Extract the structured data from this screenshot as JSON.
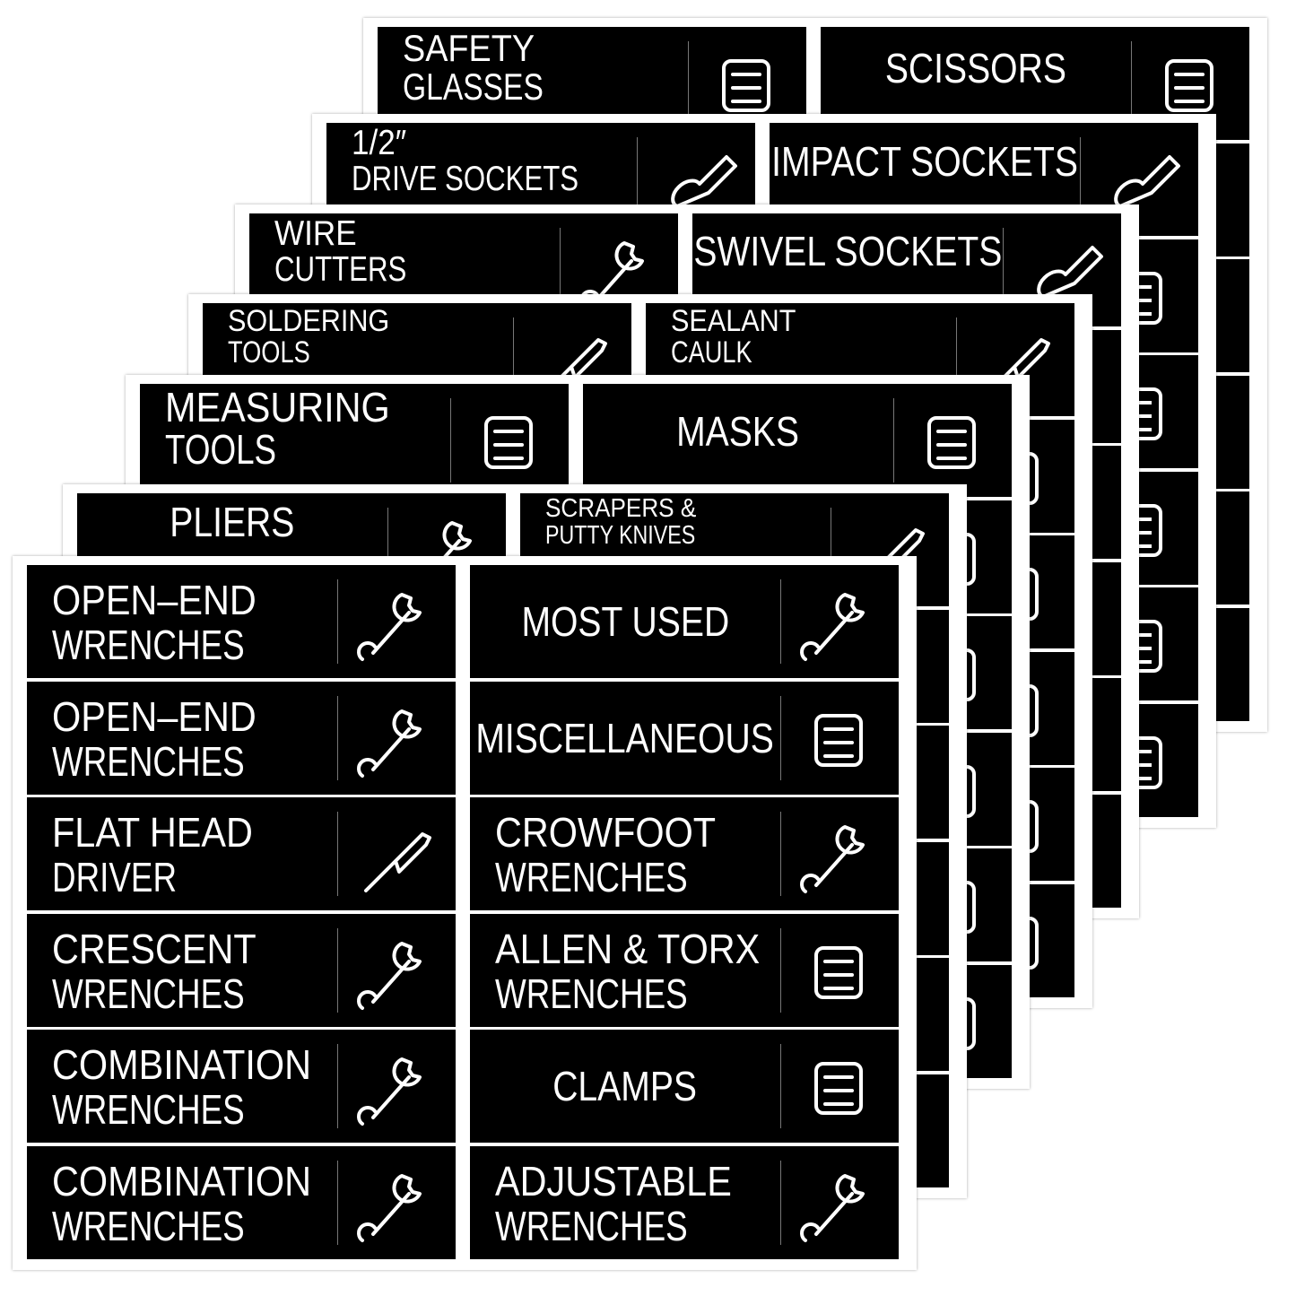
{
  "colors": {
    "label_bg": "#000000",
    "text": "#ffffff",
    "sheet": "#ffffff"
  },
  "sheets": [
    {
      "labels": [
        {
          "line1": "SAFETY",
          "line2": "GLASSES",
          "icon": "safety-glasses-icon"
        },
        {
          "single": "SCISSORS",
          "icon": "scissors-icon"
        }
      ]
    },
    {
      "labels": [
        {
          "line1": "1/2″",
          "line2": "DRIVE SOCKETS",
          "icon": "socket-icon"
        },
        {
          "single": "IMPACT SOCKETS",
          "icon": "socket-icon"
        }
      ]
    },
    {
      "labels": [
        {
          "line1": "WIRE",
          "line2": "CUTTERS",
          "icon": "wire-cutter-icon"
        },
        {
          "single": "SWIVEL SOCKETS",
          "icon": "swivel-socket-icon"
        }
      ]
    },
    {
      "labels": [
        {
          "line1": "SOLDERING",
          "line2": "TOOLS",
          "icon": "soldering-iron-icon"
        },
        {
          "line1": "SEALANT",
          "line2": "CAULK",
          "icon": "caulk-gun-icon"
        }
      ]
    },
    {
      "labels": [
        {
          "line1": "MEASURING",
          "line2": "TOOLS",
          "icon": "tape-measure-icon"
        },
        {
          "single": "MASKS",
          "icon": "welding-mask-icon"
        }
      ]
    },
    {
      "labels": [
        {
          "single": "PLIERS",
          "icon": "pliers-icon"
        },
        {
          "line1": "SCRAPERS &",
          "line2": "PUTTY KNIVES",
          "icon": "scraper-icon"
        }
      ]
    },
    {
      "labels": [
        {
          "line1": "OPEN–END",
          "line2": "WRENCHES",
          "icon": "open-end-wrench-icon"
        },
        {
          "single": "MOST USED",
          "icon": "hammer-wrench-icon"
        },
        {
          "line1": "OPEN–END",
          "line2": "WRENCHES",
          "icon": "open-end-wrench-icon"
        },
        {
          "single": "MISCELLANEOUS",
          "icon": "misc-tools-icon"
        },
        {
          "line1": "FLAT HEAD",
          "line2": "DRIVER",
          "icon": "screwdriver-icon"
        },
        {
          "line1": "CROWFOOT",
          "line2": "WRENCHES",
          "icon": "crowfoot-wrench-icon"
        },
        {
          "line1": "CRESCENT",
          "line2": "WRENCHES",
          "icon": "crescent-wrench-icon"
        },
        {
          "line1": "ALLEN & TORX",
          "line2": "WRENCHES",
          "icon": "allen-key-icon"
        },
        {
          "line1": "COMBINATION",
          "line2": "WRENCHES",
          "icon": "combination-wrench-icon"
        },
        {
          "single": "CLAMPS",
          "icon": "clamp-icon"
        },
        {
          "line1": "COMBINATION",
          "line2": "WRENCHES",
          "icon": "combination-wrench-icon"
        },
        {
          "line1": "ADJUSTABLE",
          "line2": "WRENCHES",
          "icon": "adjustable-wrench-icon"
        }
      ]
    }
  ]
}
